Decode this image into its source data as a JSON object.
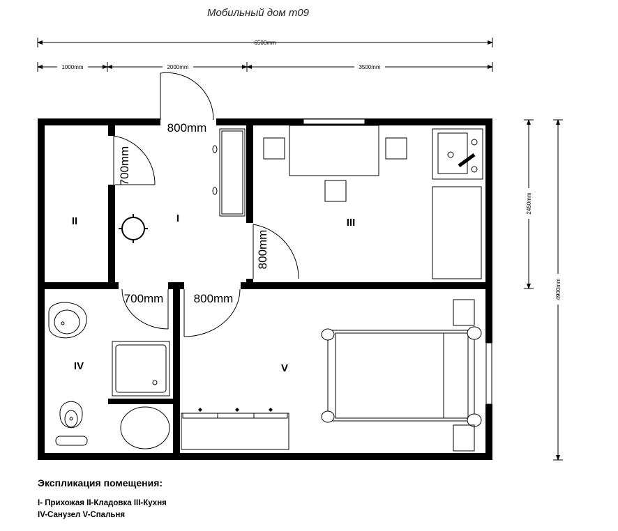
{
  "title": "Мобильный дом m09",
  "dimensions": {
    "total_width": "6500mm",
    "segment_1": "1000mm",
    "segment_2": "2000mm",
    "segment_3": "3500mm",
    "height_upper": "2450mm",
    "height_total": "4900mm"
  },
  "doors": {
    "entrance": "800mm",
    "storage": "700mm",
    "kitchen": "800mm",
    "bathroom": "700mm",
    "bedroom": "800mm"
  },
  "rooms": {
    "r1": "I",
    "r2": "II",
    "r3": "III",
    "r4": "IV",
    "r5": "V"
  },
  "legend": {
    "heading": "Экспликация помещения:",
    "line1": "I- Прихожая II-Кладовка III-Кухня",
    "line2": "IV-Санузел V-Спальня"
  }
}
